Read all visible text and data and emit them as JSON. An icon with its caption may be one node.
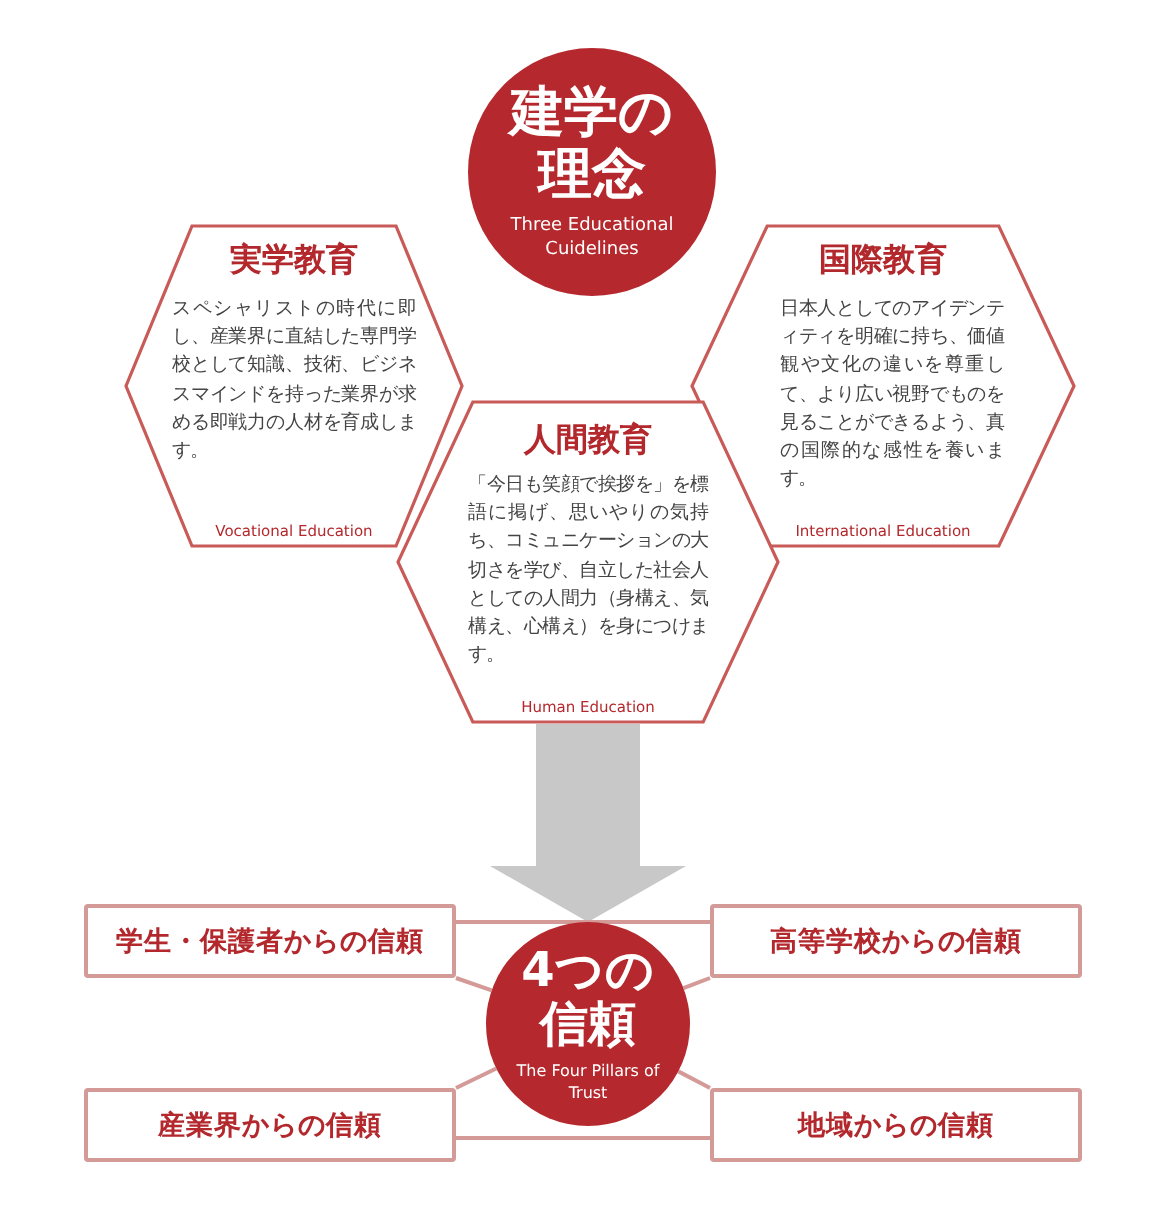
{
  "diagram": {
    "nodes": [
      {
        "text": [
          "建学の理念",
          "Three Educational Cuidelines"
        ]
      },
      {
        "text": [
          "実学教育",
          "スペシャリストの時代に即し、産業界に直結した専門学校として知識、技術、ビジネスマインドを持った業界が求める即戦力の人材を育成します。",
          "Vocational Education"
        ]
      },
      {
        "text": [
          "国際教育",
          "日本人としてのアイデンティティを明確に持ち、価値観や文化の違いを尊重して、より広い視野でものを見ることができるよう、真の国際的な感性を養います。",
          "International Education"
        ]
      },
      {
        "text": [
          "人間教育",
          "「今日も笑顔で挨拶を」を標語に掲げ、思いやりの気持ち、コミュニケーションの大切さを学び、自立した社会人としての人間力（身構え、気構え、心構え）を身につけます。",
          "Human Education"
        ]
      },
      {
        "text": [
          "学生・保護者からの信頼"
        ]
      },
      {
        "text": [
          "高等学校からの信頼"
        ]
      },
      {
        "text": [
          "4つの信頼",
          "The Four Pillars of Trust"
        ]
      },
      {
        "text": [
          "産業界からの信頼"
        ]
      },
      {
        "text": [
          "地域からの信頼"
        ]
      }
    ],
    "edges": [
      {
        "from": 3,
        "to": 6,
        "arrow": "to",
        "style": "thick",
        "color": "#c8c8c8"
      },
      {
        "from": 4,
        "to": 5,
        "arrow": "none"
      },
      {
        "from": 4,
        "to": 6,
        "arrow": "none"
      },
      {
        "from": 5,
        "to": 6,
        "arrow": "none"
      },
      {
        "from": 7,
        "to": 6,
        "arrow": "none"
      },
      {
        "from": 8,
        "to": 6,
        "arrow": "none"
      },
      {
        "from": 7,
        "to": 8,
        "arrow": "none"
      }
    ]
  }
}
